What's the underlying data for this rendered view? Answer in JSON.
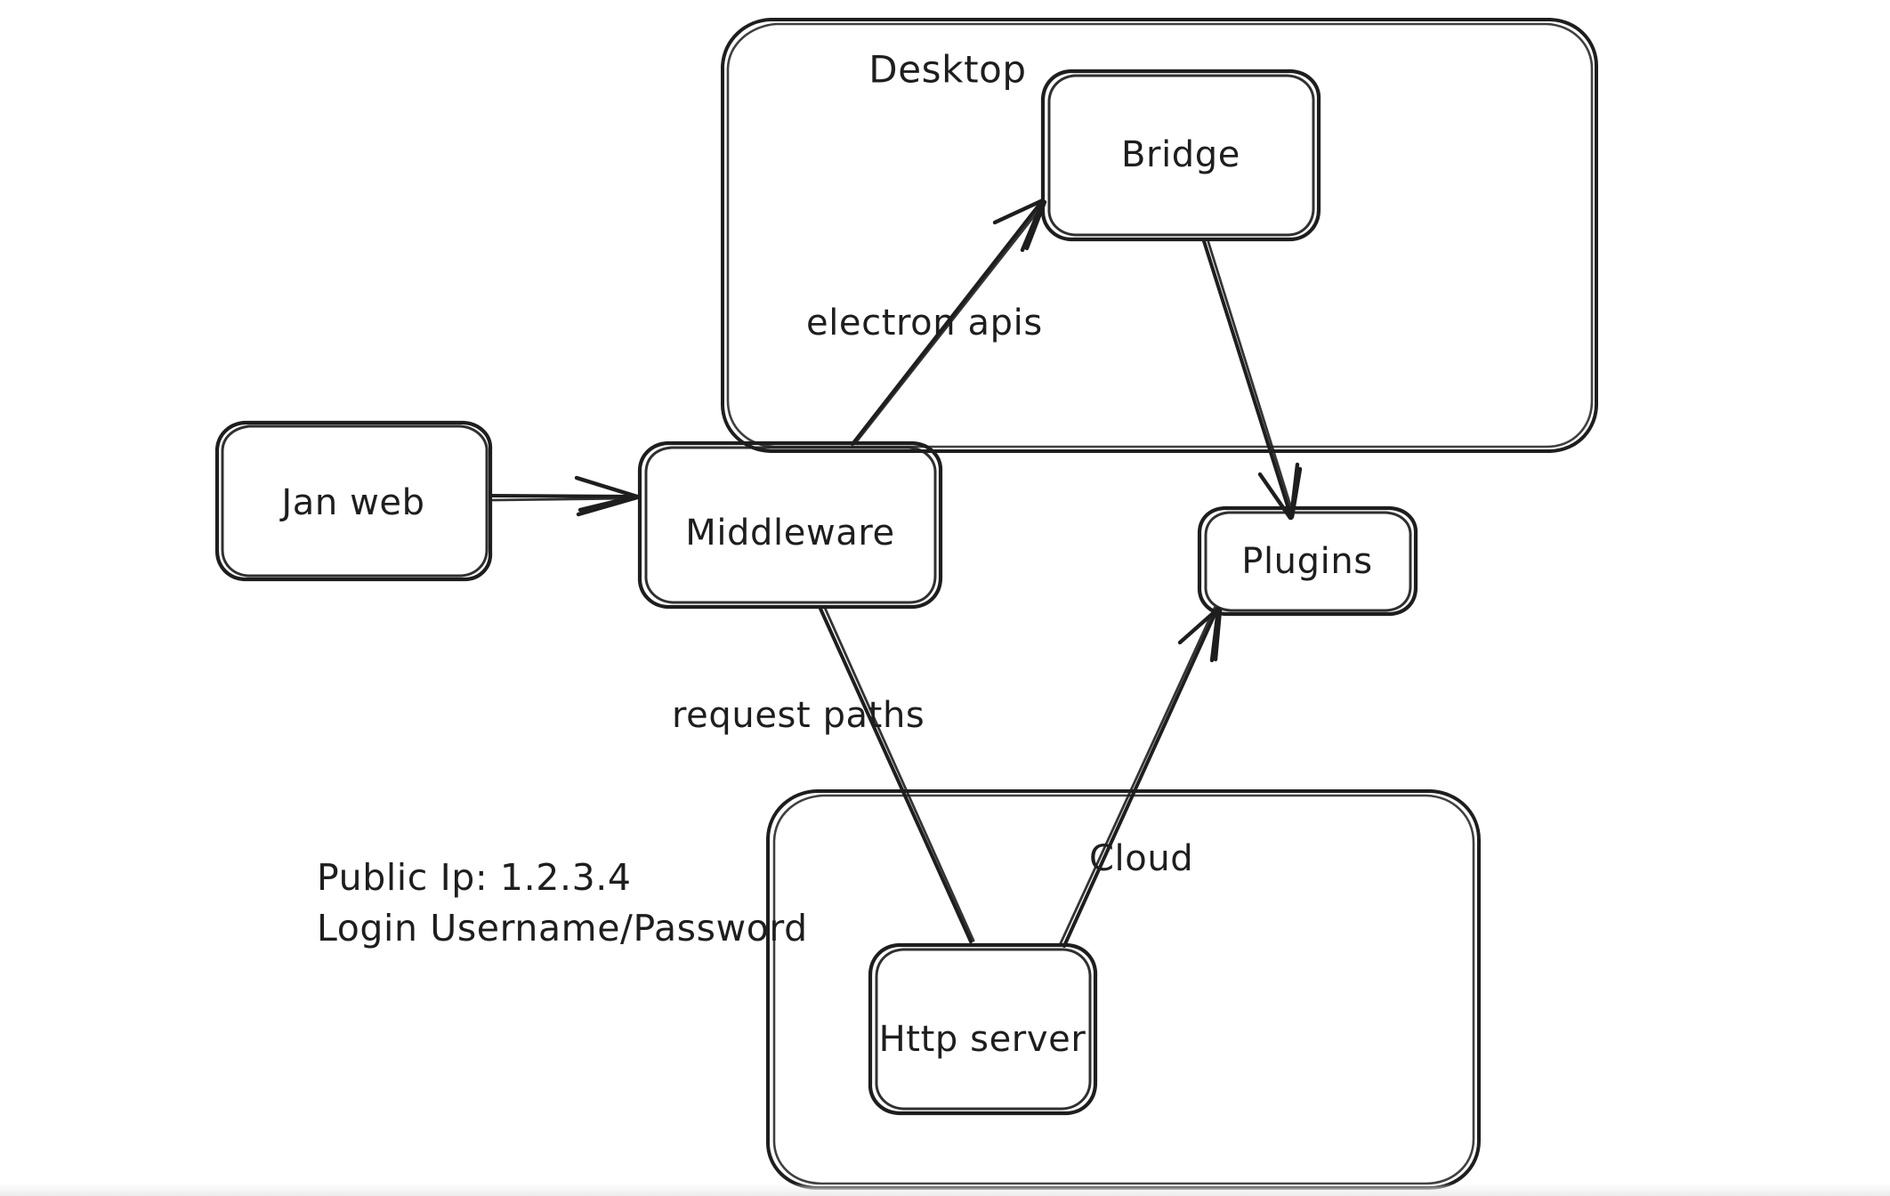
{
  "diagram": {
    "title": "Jan desktop / cloud architecture sketch",
    "style": "hand-drawn whiteboard sketch",
    "background_color": "#ffffff",
    "stroke_color": "#1e1e1e",
    "groups": [
      {
        "id": "desktop",
        "label": "Desktop"
      },
      {
        "id": "cloud",
        "label": "Cloud"
      }
    ],
    "nodes": [
      {
        "id": "jan-web",
        "label": "Jan web"
      },
      {
        "id": "middleware",
        "label": "Middleware"
      },
      {
        "id": "bridge",
        "label": "Bridge"
      },
      {
        "id": "plugins",
        "label": "Plugins"
      },
      {
        "id": "http-server",
        "label": "Http server"
      }
    ],
    "edges": [
      {
        "id": "jan-web-to-middleware",
        "from": "jan-web",
        "to": "middleware",
        "label": "",
        "arrow": true
      },
      {
        "id": "middleware-to-bridge",
        "from": "middleware",
        "to": "bridge",
        "label": "electron apis",
        "arrow": true
      },
      {
        "id": "bridge-to-plugins",
        "from": "bridge",
        "to": "plugins",
        "label": "",
        "arrow": true
      },
      {
        "id": "middleware-to-http-server",
        "from": "middleware",
        "to": "http-server",
        "label": "request paths",
        "arrow": false
      },
      {
        "id": "http-server-to-plugins",
        "from": "http-server",
        "to": "plugins",
        "label": "Cloud",
        "arrow": true
      }
    ],
    "edge_labels": {
      "electron_apis": "electron apis",
      "request_paths": "request paths",
      "cloud": "Cloud"
    },
    "notes": {
      "line1": "Public Ip: 1.2.3.4",
      "line2": "Login Username/Password"
    }
  }
}
